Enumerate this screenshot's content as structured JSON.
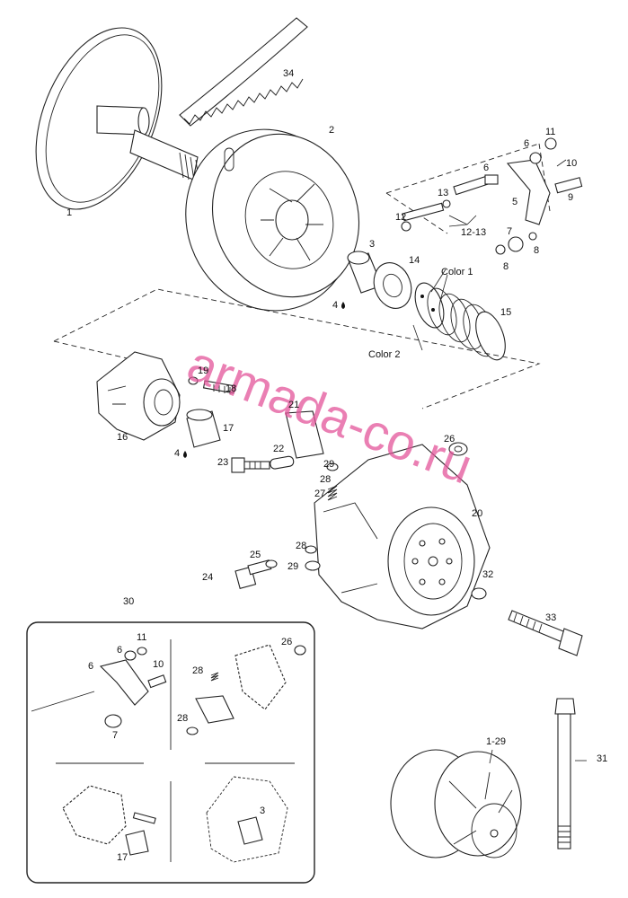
{
  "watermark": "armada-co.ru",
  "callouts": {
    "c1": "1",
    "c2": "2",
    "c3": "3",
    "c4a": "4",
    "c4b": "4",
    "c5": "5",
    "c6a": "6",
    "c6b": "6",
    "c7": "7",
    "c8a": "8",
    "c8b": "8",
    "c9": "9",
    "c10": "10",
    "c11": "11",
    "c12": "12",
    "c12_13": "12-13",
    "c13": "13",
    "c14": "14",
    "c15": "15",
    "c16": "16",
    "c17": "17",
    "c18": "18",
    "c19": "19",
    "c20": "20",
    "c21": "21",
    "c22": "22",
    "c23": "23",
    "c24": "24",
    "c25": "25",
    "c26": "26",
    "c27": "27",
    "c28a": "28",
    "c28b": "28",
    "c29a": "29",
    "c29b": "29",
    "c30": "30",
    "c31": "31",
    "c32": "32",
    "c33": "33",
    "c34": "34",
    "color1": "Color 1",
    "color2": "Color 2",
    "inset_6": "6",
    "inset_11": "11",
    "inset_6b": "6",
    "inset_10": "10",
    "inset_7": "7",
    "inset_26": "26",
    "inset_28a": "28",
    "inset_28b": "28",
    "inset_3": "3",
    "inset_17": "17",
    "assy_1_29": "1-29"
  },
  "icons": [
    "grease-drop-icon"
  ]
}
